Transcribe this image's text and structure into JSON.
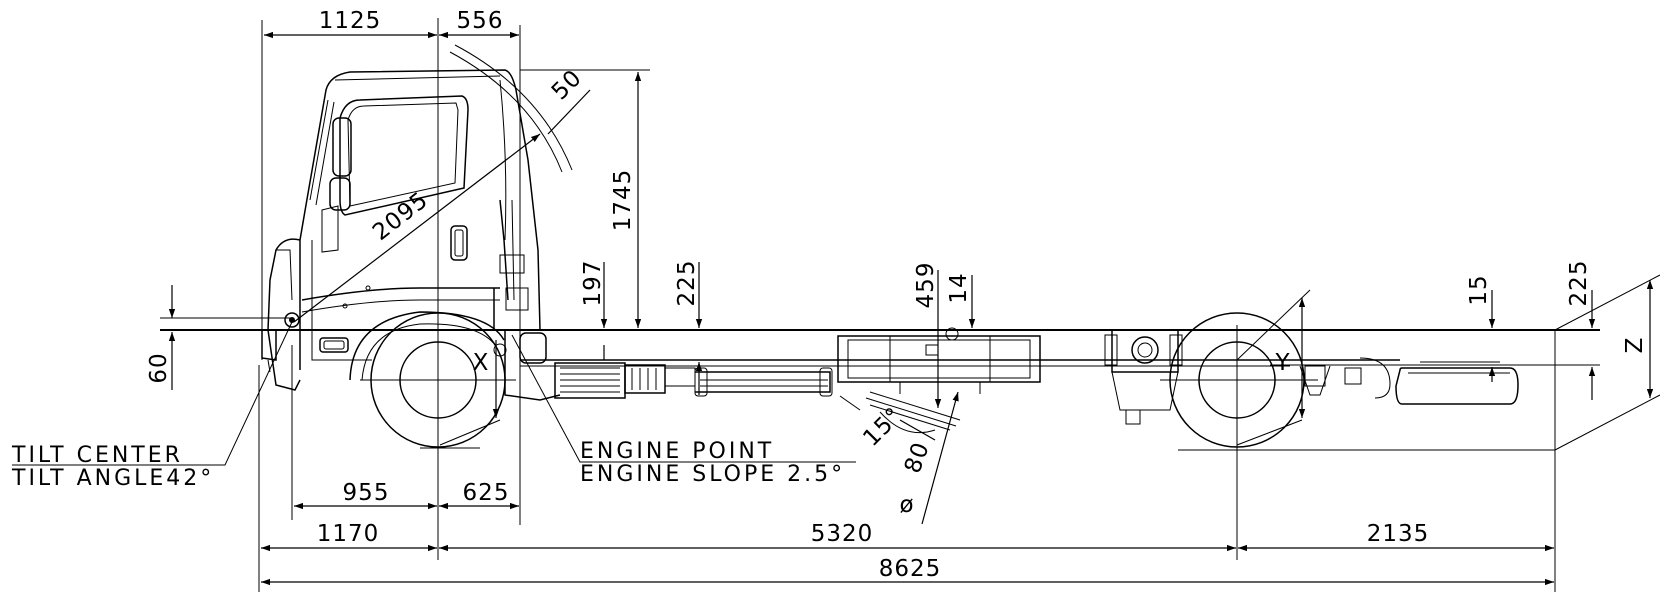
{
  "dimensions": {
    "d1125": "1125",
    "d556": "556",
    "d50": "50",
    "d2095": "2095",
    "d1745": "1745",
    "d197": "197",
    "d225_front": "225",
    "d459": "459",
    "d14": "14",
    "d15": "15",
    "d225_rear": "225",
    "d60": "60",
    "d955": "955",
    "d625": "625",
    "d1170": "1170",
    "d5320": "5320",
    "d2135": "2135",
    "d8625": "8625",
    "d15deg": "15°",
    "d80": "80",
    "phi": "ø"
  },
  "axle_labels": {
    "front": "X",
    "rear": "Y",
    "side": "Z"
  },
  "notes": {
    "tilt_center": "TILT CENTER",
    "tilt_angle": "TILT ANGLE42°",
    "engine_point": "ENGINE POINT",
    "engine_slope": "ENGINE SLOPE 2.5°"
  }
}
